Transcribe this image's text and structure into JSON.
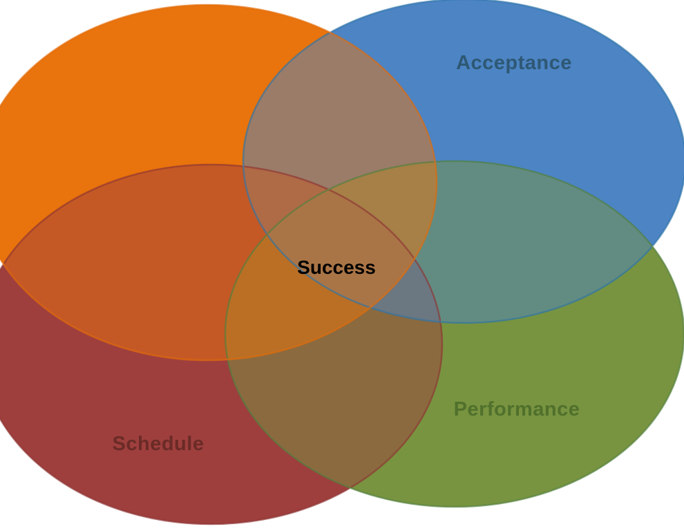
{
  "diagram": {
    "type": "venn-4-ellipse",
    "background": "#ffffff",
    "center_label": {
      "text": "Success",
      "color": "#000000"
    },
    "circles": [
      {
        "id": "orange-top-left",
        "label": "",
        "fill": "#E9730C",
        "stroke": "#E36C09",
        "label_color": ""
      },
      {
        "id": "acceptance",
        "label": "Acceptance",
        "fill": "#4C84C4",
        "stroke": "#2E75A8",
        "label_color": "#2E5874"
      },
      {
        "id": "schedule",
        "label": "Schedule",
        "fill": "#9E3F3E",
        "stroke": "#8E3534",
        "label_color": "#6B2B26"
      },
      {
        "id": "performance",
        "label": "Performance",
        "fill": "#789440",
        "stroke": "#52803E",
        "label_color": "#50702C"
      }
    ]
  }
}
